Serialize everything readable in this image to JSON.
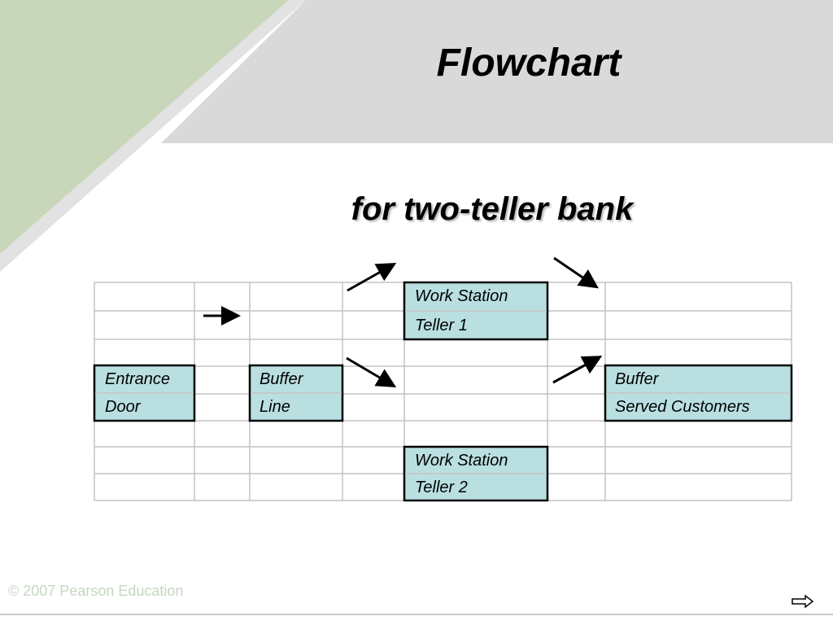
{
  "slide": {
    "title": "Flowchart",
    "subtitle": "for two-teller bank",
    "copyright": "© 2007 Pearson Education"
  },
  "diagram": {
    "entrance": {
      "line1": "Entrance",
      "line2": "Door"
    },
    "buffer_line": {
      "line1": "Buffer",
      "line2": "Line"
    },
    "teller1": {
      "line1": "Work Station",
      "line2": "Teller 1"
    },
    "teller2": {
      "line1": "Work Station",
      "line2": "Teller 2"
    },
    "buffer_served": {
      "line1": "Buffer",
      "line2": "Served Customers"
    }
  },
  "colors": {
    "header_band": "#d9d9d9",
    "green_wedge": "#c8d6b9",
    "box_fill": "#b9dfe1",
    "grid_line": "#c4c4c4",
    "copyright_text": "#c5d7c0"
  },
  "navigation": {
    "next_icon": "next-arrow-icon"
  }
}
